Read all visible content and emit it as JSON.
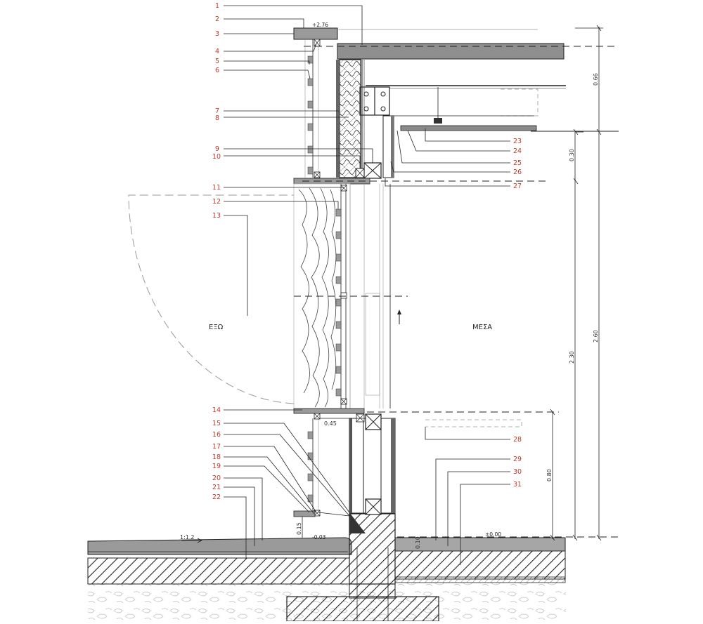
{
  "callouts_left": [
    "1",
    "2",
    "3",
    "4",
    "5",
    "6",
    "7",
    "8",
    "9",
    "10",
    "11",
    "12",
    "13",
    "14",
    "15",
    "16",
    "17",
    "18",
    "19",
    "20",
    "21",
    "22"
  ],
  "callouts_right": [
    "23",
    "24",
    "25",
    "26",
    "27",
    "28",
    "29",
    "30",
    "31"
  ],
  "rooms": {
    "outside": "ΕΞΩ",
    "inside": "ΜΕΣΑ"
  },
  "dimensions": {
    "d066": "0.66",
    "d030": "0.30",
    "d260": "2.60",
    "d230": "2.30",
    "d080": "0.80",
    "d045": "0.45",
    "d015": "0.15",
    "d010": "0.10"
  },
  "slope_label": "1:1.2",
  "level_marks": {
    "top": "+2.76",
    "floor_out": "-0.03",
    "floor_in": "±0.00"
  },
  "colors": {
    "callout": "#c0392b",
    "line": "#222222",
    "fill_gray": "#888888"
  }
}
